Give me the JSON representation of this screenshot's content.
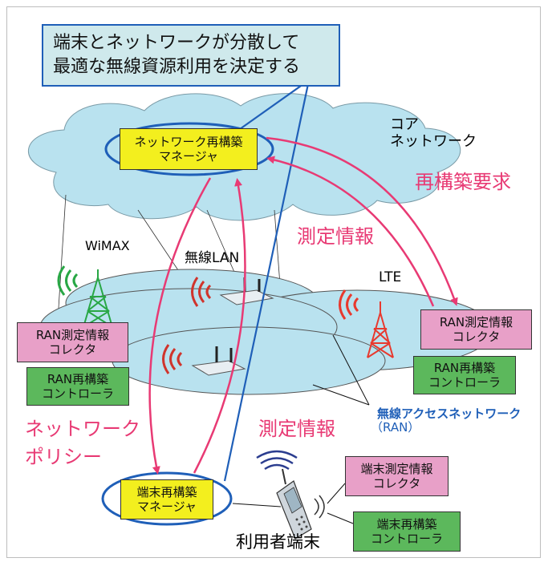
{
  "callout": {
    "line1": "端末とネットワークが分散して",
    "line2": "最適な無線資源利用を決定する"
  },
  "core_network": {
    "line1": "コア",
    "line2": "ネットワーク"
  },
  "network_manager": {
    "line1": "ネットワーク再構築",
    "line2": "マネージャ"
  },
  "reconfig_request": "再構築要求",
  "measurement_info_top": "測定情報",
  "measurement_info_bottom": "測定情報",
  "wimax": "WiMAX",
  "wlan": "無線LAN",
  "lte": "LTE",
  "ran_collector_left": {
    "line1": "RAN測定情報",
    "line2": "コレクタ"
  },
  "ran_controller_left": {
    "line1": "RAN再構築",
    "line2": "コントローラ"
  },
  "ran_collector_right": {
    "line1": "RAN測定情報",
    "line2": "コレクタ"
  },
  "ran_controller_right": {
    "line1": "RAN再構築",
    "line2": "コントローラ"
  },
  "network_policy": {
    "line1": "ネットワーク",
    "line2": "ポリシー"
  },
  "ran_label": {
    "line1": "無線アクセスネットワーク",
    "line2": "（RAN）"
  },
  "terminal_manager": {
    "line1": "端末再構築",
    "line2": "マネージャ"
  },
  "terminal_collector": {
    "line1": "端末測定情報",
    "line2": "コレクタ"
  },
  "terminal_controller": {
    "line1": "端末再構築",
    "line2": "コントローラ"
  },
  "user_terminal": "利用者端末",
  "colors": {
    "accent_red": "#e83a74",
    "ellipse_blue": "#1f5fb8",
    "cloud_fill": "#b9e2ef",
    "pink_box": "#e8a0c8",
    "green_box": "#5cb85c",
    "yellow_box": "#f3ef1e"
  }
}
